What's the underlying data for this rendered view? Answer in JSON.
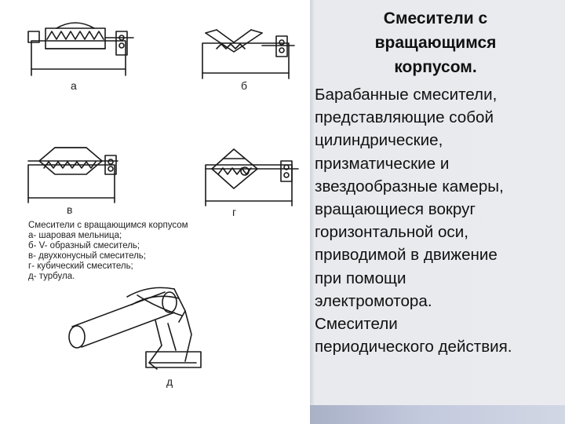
{
  "figure": {
    "panel_labels": [
      "а",
      "б",
      "в",
      "г",
      "д"
    ],
    "legend": [
      "Смесители с вращающимся корпусом",
      "а- шаровая мельница;",
      "б- V- образный смеситель;",
      "в- двухконусный смеситель;",
      "г- кубический смеситель;",
      "д- турбула."
    ]
  },
  "slide": {
    "title_lines": [
      "Смесители с",
      "вращающимся",
      "корпусом."
    ],
    "body_lines": [
      "Барабанные смесители,",
      "представляющие собой",
      "цилиндрические,",
      "призматические и",
      "звездообразные камеры,",
      "вращающиеся вокруг",
      "горизонтальной оси,",
      "приводимой в движение",
      "при помощи",
      "электромотора.",
      "Смесители",
      "периодического действия."
    ]
  },
  "colors": {
    "panel_background": "#e9ebef",
    "panel_bottom_bar": "#b9c0d4",
    "text": "#111111"
  }
}
